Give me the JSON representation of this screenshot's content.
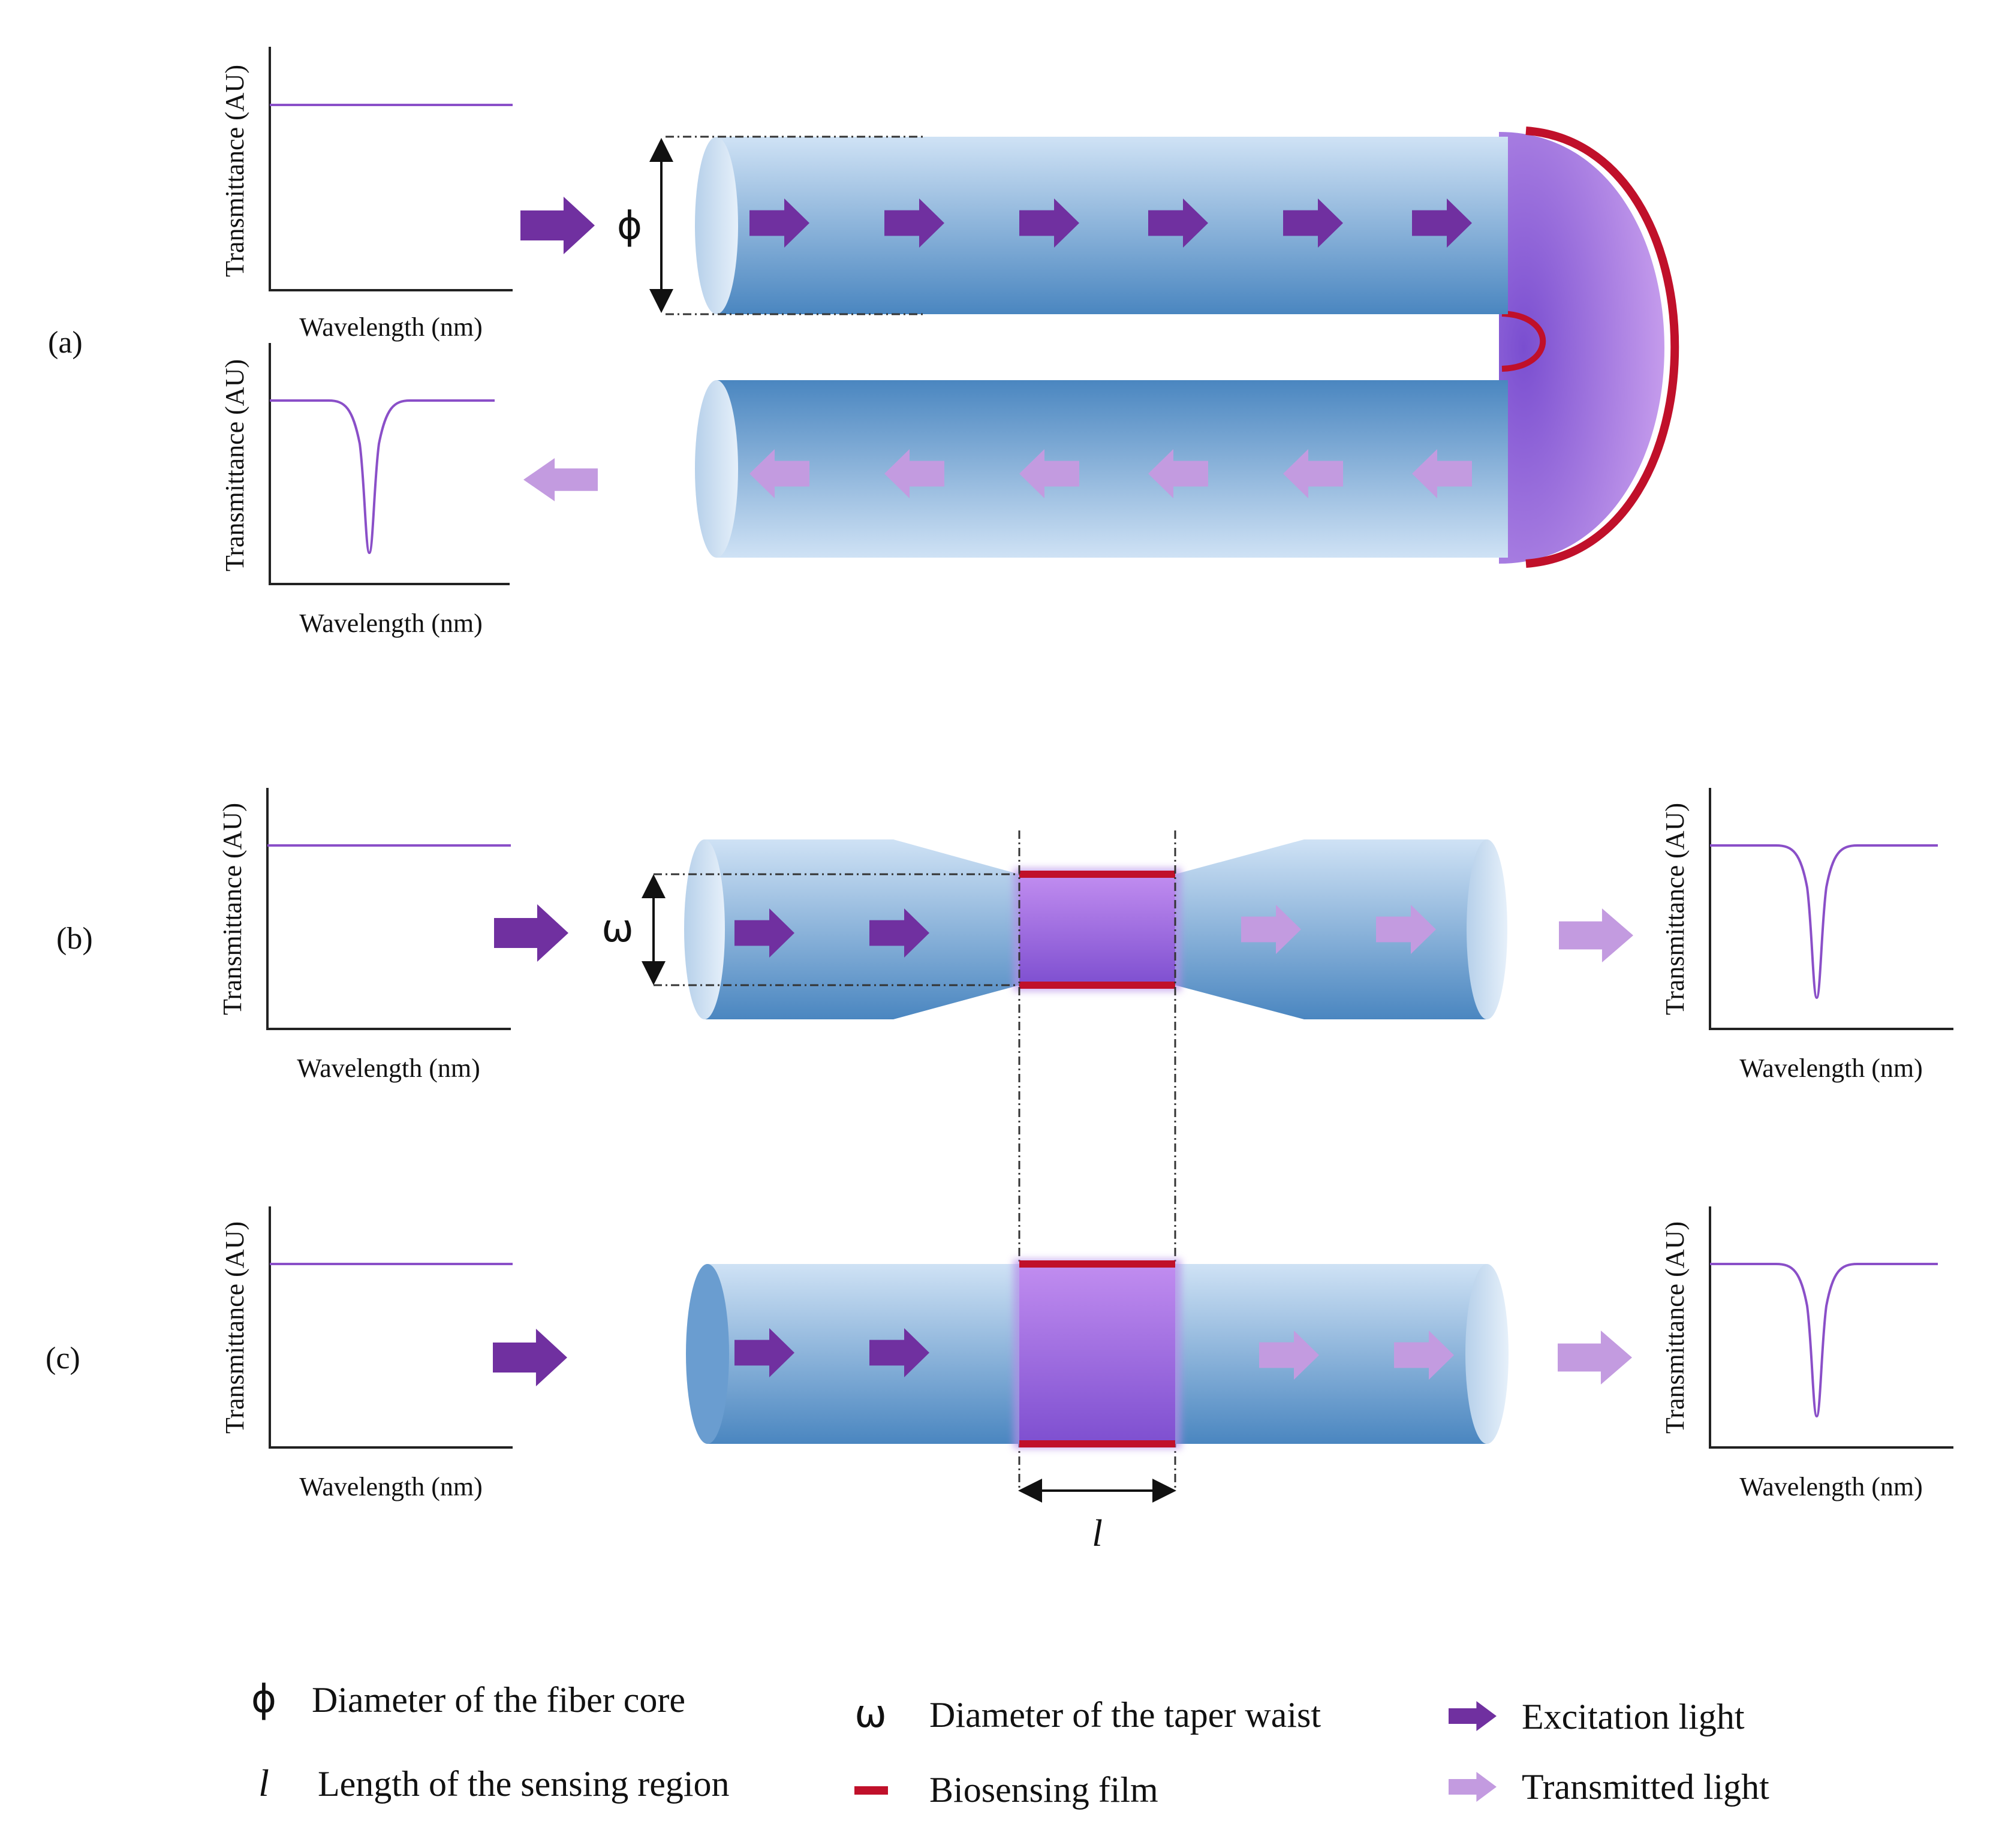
{
  "colors": {
    "excitation": "#7030a0",
    "transmitted": "#c39be0",
    "film": "#c0102a",
    "fiber_light": "#cfe2f5",
    "fiber_dark": "#4a86c0",
    "sensing": "#9c5fd9",
    "spectrum": "#8a4fc8"
  },
  "panels": {
    "a": {
      "label": "(a)"
    },
    "b": {
      "label": "(b)"
    },
    "c": {
      "label": "(c)"
    }
  },
  "axes": {
    "y": "Transmittance (AU)",
    "x": "Wavelength (nm)"
  },
  "dimensions": {
    "phi": "ϕ",
    "omega": "ω",
    "length": "l"
  },
  "legend": {
    "phi": {
      "symbol": "ϕ",
      "text": "Diameter of the fiber core"
    },
    "length": {
      "symbol": "l",
      "text": "Length of the sensing region"
    },
    "omega": {
      "symbol": "ω",
      "text": "Diameter of the taper waist"
    },
    "film": {
      "text": "Biosensing film",
      "icon": "red-bar-icon"
    },
    "excitation": {
      "text": "Excitation light",
      "icon": "dark-purple-arrow-icon"
    },
    "transmitted": {
      "text": "Transmitted light",
      "icon": "light-purple-arrow-icon"
    }
  }
}
